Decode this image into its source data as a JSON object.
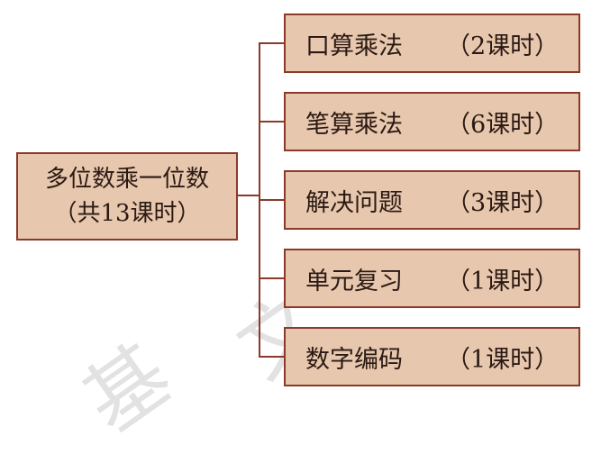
{
  "root": {
    "line1": "多位数乘一位数",
    "line2": "（共13课时）"
  },
  "leaves": [
    {
      "name": "口算乘法",
      "hours": "（2课时）"
    },
    {
      "name": "笔算乘法",
      "hours": "（6课时）"
    },
    {
      "name": "解决问题",
      "hours": "（3课时）"
    },
    {
      "name": "单元复习",
      "hours": "（1课时）"
    },
    {
      "name": "数字编码",
      "hours": "（1课时）"
    }
  ],
  "watermark": {
    "left_text": "基",
    "right_text": "文"
  },
  "colors": {
    "box_fill": "#e7c7ad",
    "box_border": "#8b3a2a",
    "connector": "#8b3a2a"
  }
}
